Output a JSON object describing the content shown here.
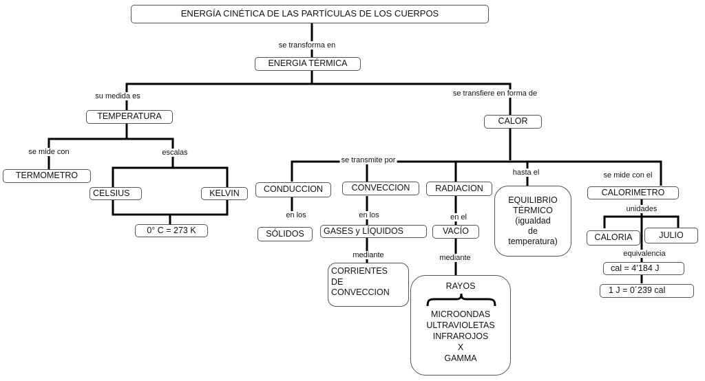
{
  "nodes": {
    "root": "ENERGÍA CINÉTICA DE LAS PARTÍCULAS DE LOS CUERPOS",
    "energia_termica": "ENERGIA TÉRMICA",
    "temperatura": "TEMPERATURA",
    "termometro": "TERMOMETRO",
    "celsius": "CELSIUS",
    "kelvin": "KELVIN",
    "equivalencia_temp": "0° C = 273  K",
    "calor": "CALOR",
    "conduccion": "CONDUCCION",
    "conveccion": "CONVECCION",
    "radiacion": "RADIACION",
    "solidos": "SÓLIDOS",
    "gases_liquidos": "GASES y LÍQUIDOS",
    "vacio": "VACÍO",
    "corrientes": "CORRIENTES\n      DE\nCONVECCION",
    "equilibrio": "EQUILIBRIO\nTÉRMICO\n(igualdad\nde\ntemperatura)",
    "calorimetro": "CALORIMETRO",
    "caloria": "CALORIA",
    "julio": "JULIO",
    "cal_eq": "cal = 4’184 J",
    "julio_eq": "1 J = 0´239 cal",
    "rayos_title": "RAYOS",
    "rayos_list": [
      "MICROONDAS",
      "ULTRAVIOLETAS",
      "INFRAROJOS",
      "X",
      "GAMMA"
    ]
  },
  "links": {
    "se_transforma_en": "se transforma en",
    "su_medida_es": "su medida es",
    "se_transfiere": "se transfiere en forma de",
    "se_mide_con": "se mide con",
    "escalas": "escalas",
    "se_transmite_por": "se transmite por",
    "hasta_el": "hasta el",
    "se_mide_con_el": "se mide con el",
    "en_los_1": "en los",
    "en_los_2": "en los",
    "en_el": "en el",
    "mediante_1": "mediante",
    "mediante_2": "mediante",
    "unidades": "unidades",
    "equivalencia": "equivalencia"
  }
}
